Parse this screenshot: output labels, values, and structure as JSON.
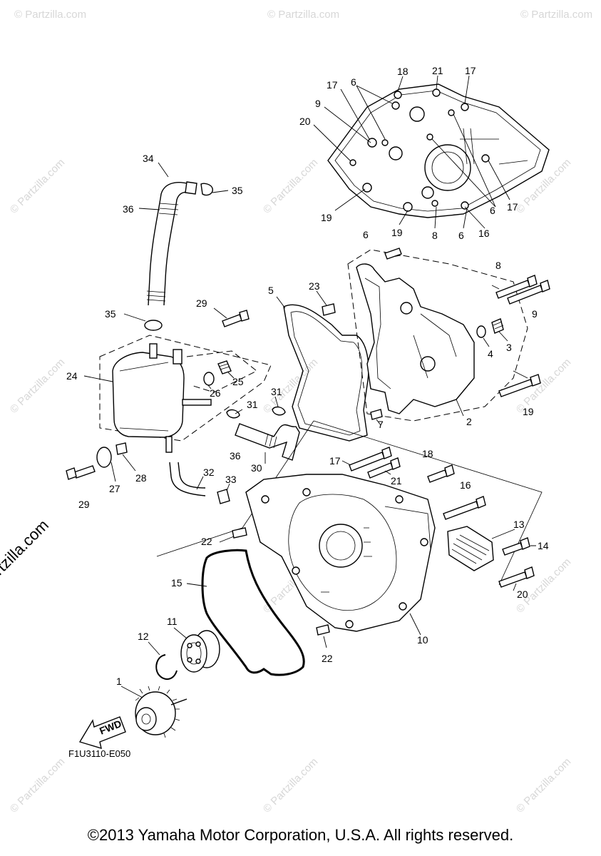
{
  "diagram": {
    "code": "F1U3110-E050",
    "copyright": "©2013 Yamaha Motor Corporation, U.S.A. All rights reserved.",
    "side_credit": "© Partzilla.com",
    "watermark": "© Partzilla.com",
    "fwd_label": "FWD",
    "callouts": [
      "1",
      "2",
      "3",
      "4",
      "5",
      "6",
      "7",
      "8",
      "9",
      "10",
      "11",
      "12",
      "13",
      "14",
      "15",
      "16",
      "17",
      "18",
      "19",
      "20",
      "21",
      "22",
      "23",
      "24",
      "25",
      "26",
      "27",
      "28",
      "29",
      "30",
      "31",
      "32",
      "33",
      "34",
      "35",
      "36"
    ],
    "top_view_callouts": [
      "18",
      "21",
      "17",
      "6",
      "17",
      "9",
      "20",
      "6",
      "17",
      "19",
      "19",
      "8",
      "6",
      "16"
    ]
  }
}
